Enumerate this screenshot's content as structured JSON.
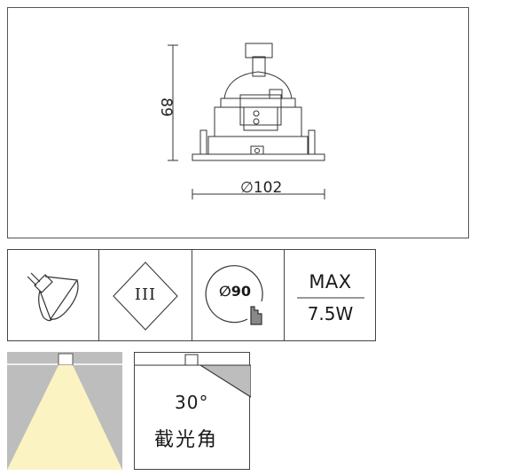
{
  "dimensions": {
    "height": "89",
    "diameter": "∅102"
  },
  "specs": {
    "cutout": "∅90",
    "max_label": "MAX",
    "wattage": "7.5W",
    "class_symbol": "III"
  },
  "beam": {
    "angle": "30°",
    "label": "截光角"
  },
  "icons": {
    "lamp": "mr16-lamp-icon",
    "class": "class-iii-icon",
    "cutout": "cutout-circle-icon",
    "beam": "light-beam-icon",
    "cutoff": "cutoff-angle-icon"
  },
  "colors": {
    "beam_light": "#fbf3c2",
    "beam_background": "#bdbdbd",
    "line": "#333333"
  }
}
